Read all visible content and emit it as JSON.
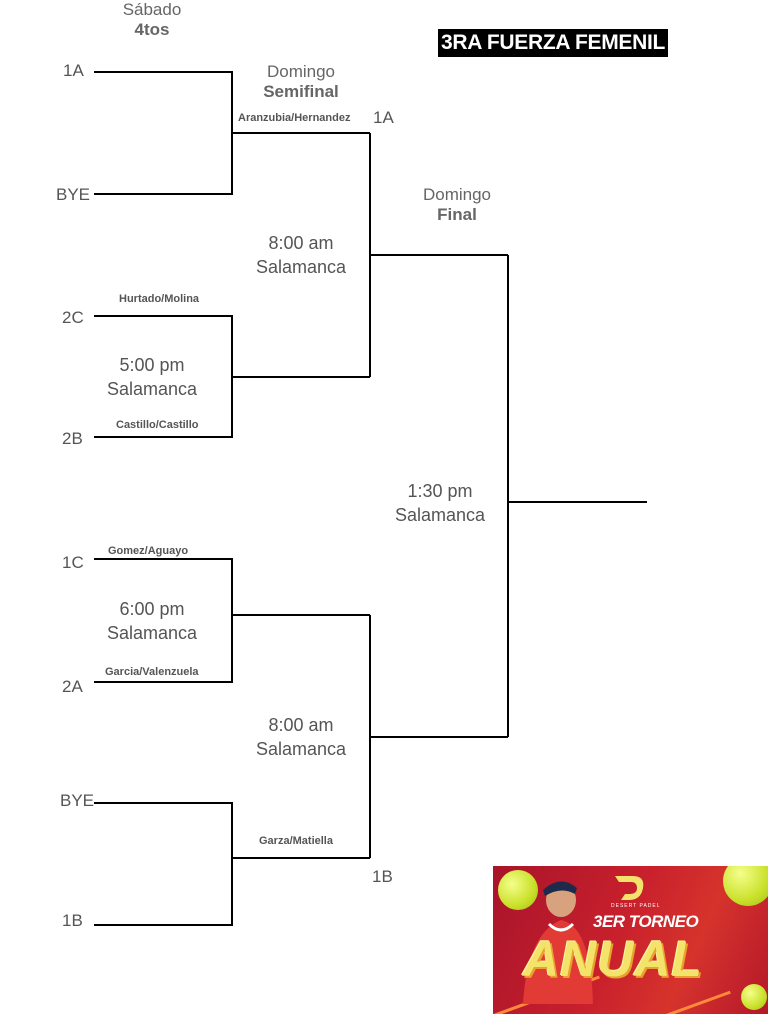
{
  "title": "3RA FUERZA FEMENIL",
  "rounds": {
    "quarters": {
      "day": "Sábado",
      "stage": "4tos"
    },
    "semis": {
      "day": "Domingo",
      "stage": "Semifinal"
    },
    "final": {
      "day": "Domingo",
      "stage": "Final"
    }
  },
  "seeds": {
    "s1": "1A",
    "s2": "BYE",
    "s3": "2C",
    "s4": "2B",
    "s5": "1C",
    "s6": "2A",
    "s7": "BYE",
    "s8": "1B"
  },
  "teams": {
    "aranzubia": "Aranzubia/Hernandez",
    "hurtado": "Hurtado/Molina",
    "castillo": "Castillo/Castillo",
    "gomez": "Gomez/Aguayo",
    "garcia": "Garcia/Valenzuela",
    "garza": "Garza/Matiella"
  },
  "advance": {
    "semi_top": "1A",
    "semi_bottom": "1B"
  },
  "schedules": {
    "q2": {
      "time": "5:00 pm",
      "venue": "Salamanca"
    },
    "q3": {
      "time": "6:00 pm",
      "venue": "Salamanca"
    },
    "sf1": {
      "time": "8:00 am",
      "venue": "Salamanca"
    },
    "sf2": {
      "time": "8:00 am",
      "venue": "Salamanca"
    },
    "final": {
      "time": "1:30 pm",
      "venue": "Salamanca"
    }
  },
  "banner": {
    "brand": "DESERT PADEL",
    "subtitle": "3ER TORNEO",
    "main": "ANUAL"
  },
  "colors": {
    "line": "#000000",
    "title_bg": "#000000",
    "banner_red": "#c8202c",
    "banner_gold": "#f3e36a"
  }
}
